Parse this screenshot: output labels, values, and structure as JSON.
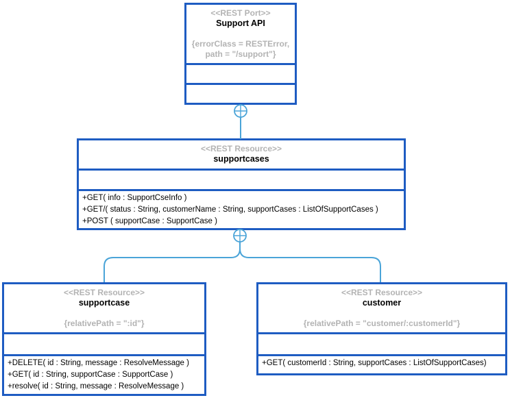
{
  "colors": {
    "border": "#1e5cc2",
    "connector": "#4aa4d8",
    "muted": "#b3b3b3"
  },
  "port": {
    "stereotype": "<<REST Port>>",
    "name": "Support API",
    "constraint": "{errorClass = RESTError, path = \"/support\"}"
  },
  "supportcases": {
    "stereotype": "<<REST Resource>>",
    "name": "supportcases",
    "operations": [
      "+GET( info : SupportCseInfo )",
      "+GET/( status : String, customerName : String, supportCases : ListOfSupportCases )",
      "+POST ( supportCase : SupportCase )"
    ]
  },
  "supportcase": {
    "stereotype": "<<REST Resource>>",
    "name": "supportcase",
    "constraint": "{relativePath = \":id\"}",
    "operations": [
      "+DELETE( id : String, message : ResolveMessage )",
      "+GET( id : String, supportCase : SupportCase )",
      "+resolve( id : String, message : ResolveMessage )"
    ]
  },
  "customer": {
    "stereotype": "<<REST Resource>>",
    "name": "customer",
    "constraint": "{relativePath = \"customer/:customerId\"}",
    "operations": [
      "+GET( customerId : String, supportCases : ListOfSupportCases)"
    ]
  }
}
